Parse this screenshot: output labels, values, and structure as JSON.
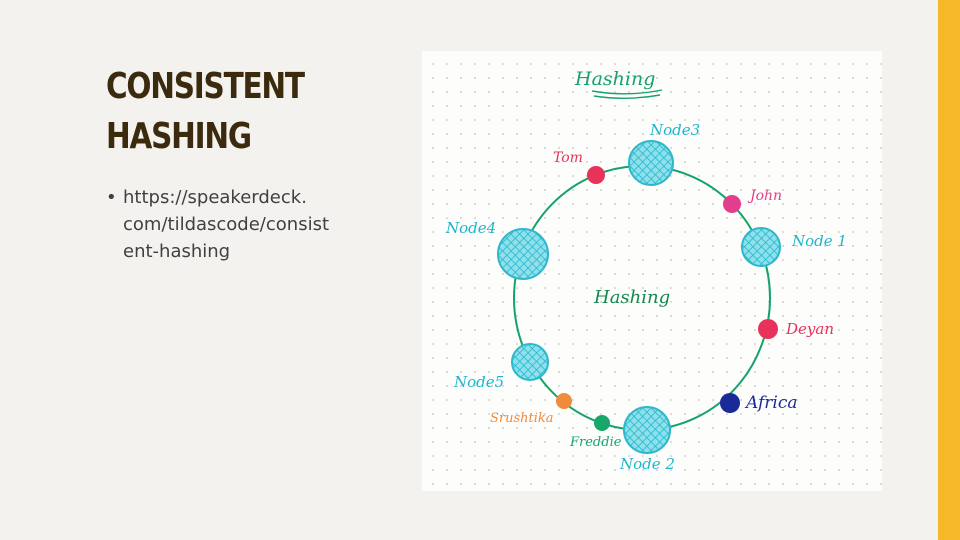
{
  "slide": {
    "title_lines": [
      "CONSISTENT",
      "HASHING"
    ],
    "bullet": {
      "marker": "•",
      "lines": [
        "https://speakerdeck.",
        "com/tildascode/consist",
        "ent-hashing"
      ]
    }
  },
  "diagram": {
    "top_title": "Hashing",
    "center_label": "Hashing",
    "nodes": [
      {
        "label": "Node3"
      },
      {
        "label": "Node 1"
      },
      {
        "label": "Node 2"
      },
      {
        "label": "Node5"
      },
      {
        "label": "Node4"
      }
    ],
    "keys": [
      {
        "label": "Tom",
        "color": "#e8325a"
      },
      {
        "label": "John",
        "color": "#e43d8c"
      },
      {
        "label": "Deyan",
        "color": "#e8325a"
      },
      {
        "label": "Africa",
        "color": "#1b2a99"
      },
      {
        "label": "Freddie",
        "color": "#18a66a"
      },
      {
        "label": "Srushtika",
        "color": "#f08a3c"
      }
    ],
    "colors": {
      "ring": "#15a36a",
      "node": "#3cc6d8",
      "node_label": "#1fb5cc",
      "title": "#15a36a"
    }
  },
  "accent_color": "#f6b826"
}
